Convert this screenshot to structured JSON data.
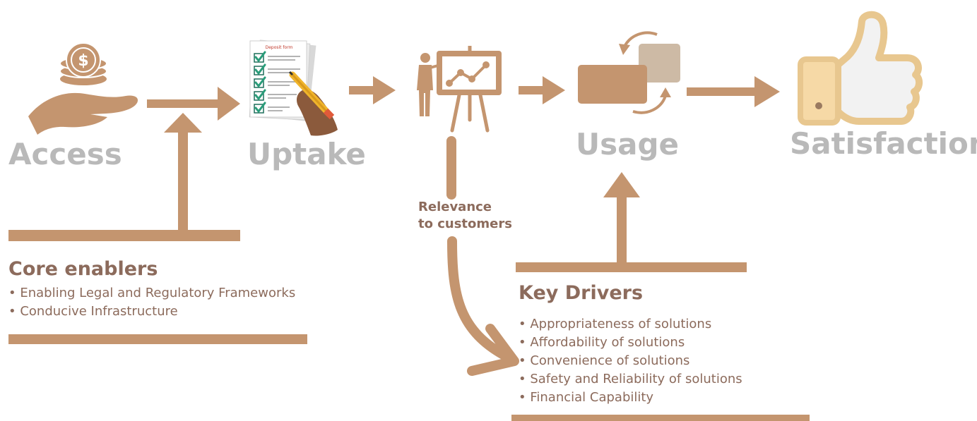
{
  "colors": {
    "accent": "#c4956f",
    "title_gray": "#b9b9b9",
    "text_brown": "#8c6b5c",
    "green_check": "#2a9d7a",
    "thumb_outline": "#e8c78f",
    "thumb_fill": "#f2f2f2"
  },
  "stages": [
    {
      "label": "Access",
      "icon": "hand-coins-icon"
    },
    {
      "label": "Uptake",
      "icon": "deposit-form-icon"
    },
    {
      "label": "",
      "icon": "presentation-icon"
    },
    {
      "label": "Usage",
      "icon": "cycle-cards-icon"
    },
    {
      "label": "Satisfaction",
      "icon": "thumbs-up-icon"
    }
  ],
  "form_title": "Deposit form",
  "relevance": {
    "line1": "Relevance",
    "line2": "to customers"
  },
  "core_enablers": {
    "title": "Core enablers",
    "items": [
      "Enabling Legal and Regulatory Frameworks",
      "Conducive Infrastructure"
    ]
  },
  "key_drivers": {
    "title": "Key Drivers",
    "items": [
      "Appropriateness of solutions",
      "Affordability of solutions",
      "Convenience of solutions",
      "Safety and Reliability of solutions",
      "Financial Capability"
    ]
  }
}
